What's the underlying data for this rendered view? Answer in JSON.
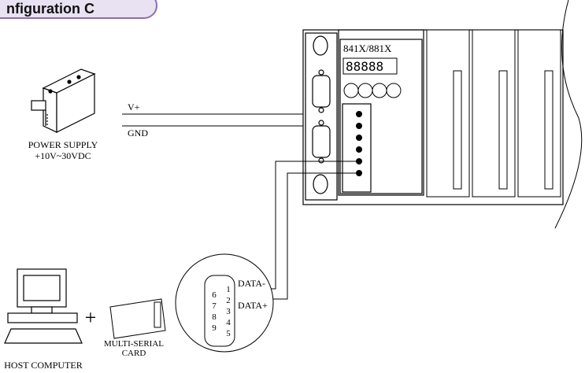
{
  "title": "nfiguration C",
  "power_supply": {
    "label_line1": "POWER SUPPLY",
    "label_line2": "+10V~30VDC"
  },
  "wires": {
    "vplus": "V+",
    "gnd": "GND"
  },
  "module": {
    "model": "841X/881X",
    "display": "88888"
  },
  "port_callout": {
    "pin1": "1",
    "pin2": "2",
    "pin3": "3",
    "pin4": "4",
    "pin5": "5",
    "pin6": "6",
    "pin7": "7",
    "pin8": "8",
    "pin9": "9",
    "data_minus": "DATA-",
    "data_plus": "DATA+"
  },
  "card": {
    "label_line1": "MULTI-SERIAL",
    "label_line2": "CARD"
  },
  "computer": {
    "label": "HOST COMPUTER",
    "plus_sign": "+"
  }
}
